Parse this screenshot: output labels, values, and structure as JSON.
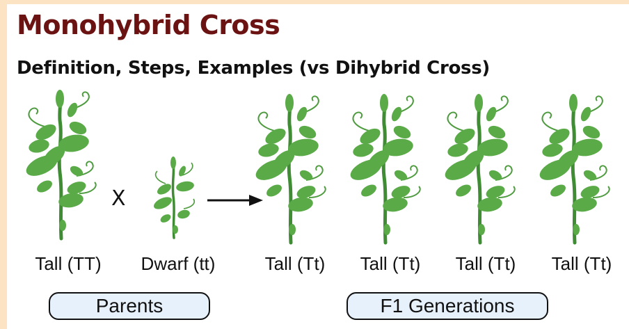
{
  "header": {
    "title": "Monohybrid Cross",
    "subtitle": "Definition, Steps, Examples (vs Dihybrid Cross)"
  },
  "diagram": {
    "cross_symbol": "X",
    "parents": [
      {
        "label": "Tall (TT)"
      },
      {
        "label": "Dwarf (tt)"
      }
    ],
    "offspring": [
      {
        "label": "Tall (Tt)"
      },
      {
        "label": "Tall (Tt)"
      },
      {
        "label": "Tall (Tt)"
      },
      {
        "label": "Tall (Tt)"
      }
    ],
    "groups": {
      "parents": "Parents",
      "f1": "F1 Generations"
    }
  },
  "colors": {
    "title": "#6b1212",
    "leaf": "#5aaa48",
    "stem": "#3f8c34",
    "pill_fill": "#e7f1fb",
    "background_border": "#fbe3c3"
  }
}
